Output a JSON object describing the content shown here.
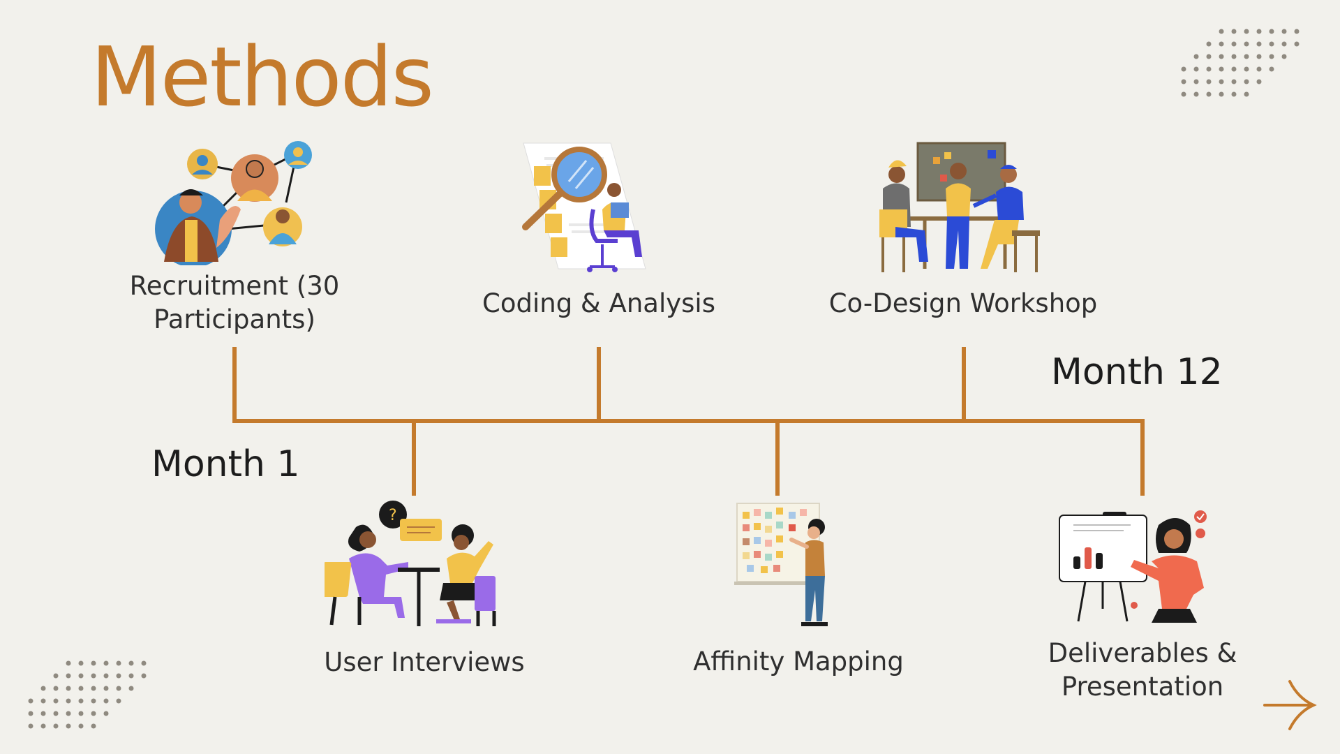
{
  "slide": {
    "title": "Methods",
    "months": {
      "start": "Month 1",
      "end": "Month 12"
    },
    "steps_top": [
      {
        "label": "Recruitment (30 Participants)",
        "icon": "recruitment-network-illustration"
      },
      {
        "label": "Coding & Analysis",
        "icon": "magnifier-analysis-illustration"
      },
      {
        "label": "Co-Design Workshop",
        "icon": "workshop-team-illustration"
      }
    ],
    "steps_bottom": [
      {
        "label": "User Interviews",
        "icon": "interview-illustration"
      },
      {
        "label": "Affinity Mapping",
        "icon": "sticky-notes-board-illustration"
      },
      {
        "label": "Deliverables & Presentation",
        "icon": "presentation-board-illustration"
      }
    ],
    "colors": {
      "accent": "#c47a2c",
      "background": "#f2f1ec",
      "dots": "#8f8a80"
    }
  }
}
